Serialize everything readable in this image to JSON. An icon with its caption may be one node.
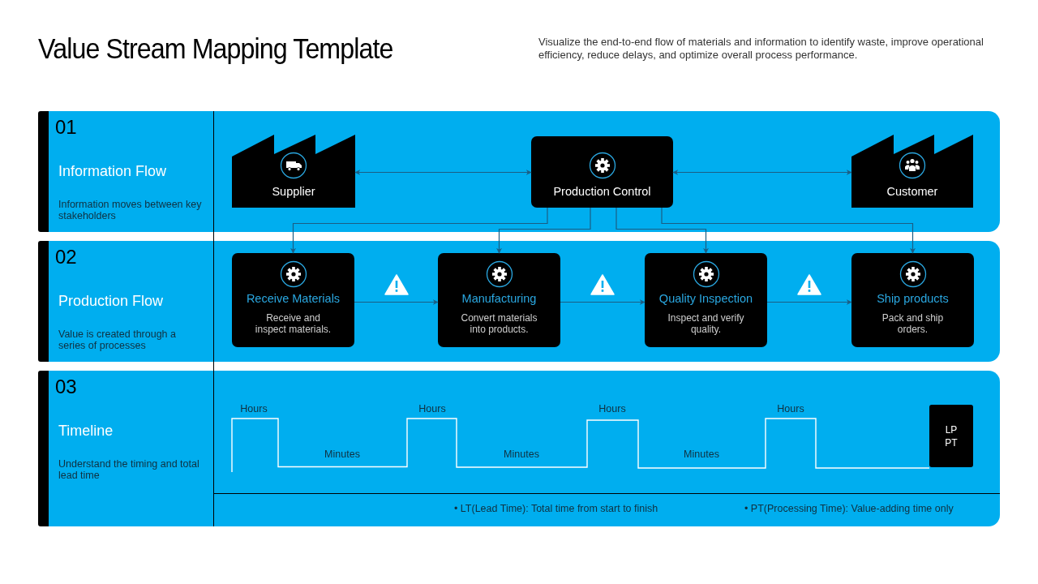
{
  "diagram": {
    "title": "Value Stream Mapping Template",
    "caption": "Visualize the end-to-end flow of materials and information to identify waste, improve operational efficiency, reduce delays, and optimize overall process performance.",
    "nodes": [
      {
        "text": [
          "01",
          "Information Flow",
          "Information moves between key stakeholders"
        ]
      },
      {
        "text": [
          "02",
          "Production Flow",
          "Value is created through a series of processes"
        ]
      },
      {
        "text": [
          "03",
          "Timeline",
          "Understand the timing and total lead time"
        ]
      },
      {
        "text": [
          "Supplier"
        ],
        "in": 0
      },
      {
        "text": [
          "Production Control"
        ],
        "in": 0
      },
      {
        "text": [
          "Customer"
        ],
        "in": 0
      },
      {
        "text": [
          "Receive Materials",
          "Receive and inspect materials."
        ],
        "in": 1
      },
      {
        "text": [
          "Manufacturing",
          "Convert materials into products."
        ],
        "in": 1
      },
      {
        "text": [
          "Quality Inspection",
          "Inspect and verify quality."
        ],
        "in": 1
      },
      {
        "text": [
          "Ship products",
          "Pack and ship orders."
        ],
        "in": 1
      },
      {
        "text": [
          "LP PT"
        ],
        "in": 2
      }
    ],
    "edges": [
      {
        "from": 3,
        "to": 4,
        "arrow": "both"
      },
      {
        "from": 4,
        "to": 5,
        "arrow": "both"
      },
      {
        "from": 4,
        "to": 6,
        "arrow": "to"
      },
      {
        "from": 4,
        "to": 7,
        "arrow": "to"
      },
      {
        "from": 4,
        "to": 8,
        "arrow": "to"
      },
      {
        "from": 4,
        "to": 9,
        "arrow": "to"
      },
      {
        "from": 6,
        "to": 7,
        "arrow": "to"
      },
      {
        "from": 7,
        "to": 8,
        "arrow": "to"
      },
      {
        "from": 8,
        "to": 9,
        "arrow": "to"
      }
    ],
    "labels": [
      "Hours",
      "Hours",
      "Hours",
      "Hours",
      "Minutes",
      "Minutes",
      "Minutes",
      "• LT(Lead Time): Total time from start to finish",
      "• PT(Processing Time): Value-adding time only"
    ]
  }
}
